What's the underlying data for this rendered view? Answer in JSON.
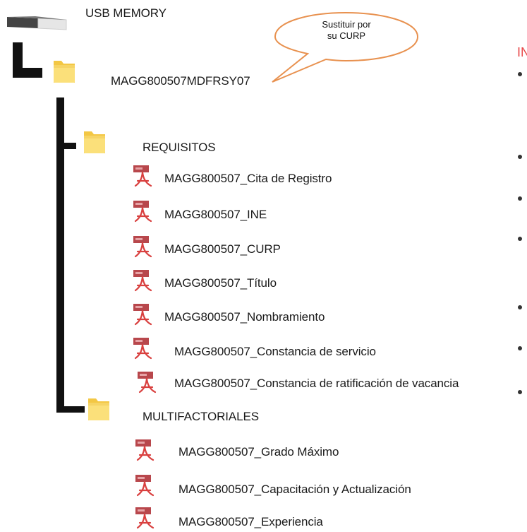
{
  "root": {
    "label": "USB MEMORY"
  },
  "callout": {
    "line1": "Sustituir por",
    "line2": "su CURP"
  },
  "user_folder": {
    "label": "MAGG800507MDFRSY07"
  },
  "requisitos": {
    "label": "REQUISITOS",
    "files": [
      "MAGG800507_Cita de Registro",
      "MAGG800507_INE",
      "MAGG800507_CURP",
      "MAGG800507_Título",
      "MAGG800507_Nombramiento",
      "MAGG800507_Constancia de servicio",
      "MAGG800507_Constancia de ratificación de vacancia"
    ]
  },
  "multifactoriales": {
    "label": "MULTIFACTORIALES",
    "files": [
      "MAGG800507_Grado Máximo",
      "MAGG800507_Capacitación y Actualización",
      "MAGG800507_Experiencia"
    ]
  },
  "side_panel": {
    "title": "IN"
  },
  "icons": {
    "usb": "usb-drive-icon",
    "folder": "folder-icon",
    "pdf": "pdf-file-icon",
    "callout": "speech-bubble-icon"
  },
  "colors": {
    "folder": "#f7d25a",
    "pdf": "#c8333b",
    "callout_border": "#e8914f",
    "side_title": "#e8494a"
  }
}
